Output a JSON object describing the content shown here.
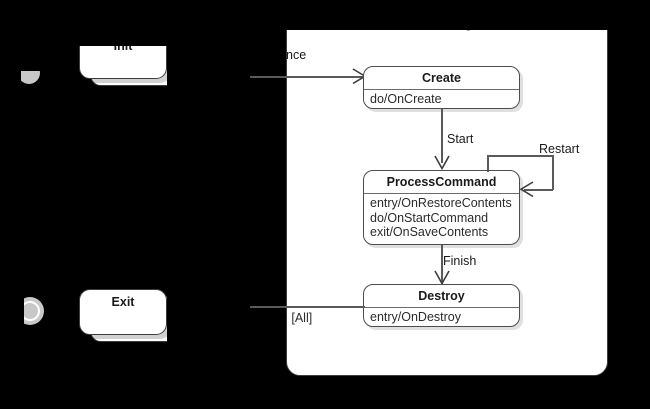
{
  "diagram": {
    "type": "uml-state-machine",
    "background_color": "#000000",
    "line_color": "#5a5a5a",
    "box_fill": "#ffffff",
    "box_border": "#3d3d3d"
  },
  "outer_states": [
    {
      "name": "Init",
      "label": "Init"
    },
    {
      "name": "Exit",
      "label": "Exit"
    }
  ],
  "pseudostates": [
    {
      "name": "initial-state",
      "kind": "initial",
      "color": "#c8c8c8"
    },
    {
      "name": "final-state",
      "kind": "final",
      "color": "#c8c8c8"
    }
  ],
  "composite": {
    "title": "Running",
    "substates": [
      {
        "name": "Create",
        "title": "Create",
        "actions": "do/OnCreate"
      },
      {
        "name": "ProcessCommand",
        "title": "ProcessCommand",
        "actions": "entry/OnRestoreContents\ndo/OnStartCommand\nexit/OnSaveContents"
      },
      {
        "name": "Destroy",
        "title": "Destroy",
        "actions": "entry/OnDestroy"
      }
    ]
  },
  "transitions": [
    {
      "name": "to-create",
      "label": "nce",
      "from": "Init",
      "to": "Create"
    },
    {
      "name": "create-to-process",
      "label": "Start",
      "from": "Create",
      "to": "ProcessCommand"
    },
    {
      "name": "process-self-loop",
      "label": "Restart",
      "from": "ProcessCommand",
      "to": "ProcessCommand"
    },
    {
      "name": "process-to-destroy",
      "label": "Finish",
      "from": "ProcessCommand",
      "to": "Destroy"
    },
    {
      "name": "to-destroy-guard",
      "label": "e :  [All]",
      "from": "Exit",
      "to": "Destroy"
    }
  ]
}
